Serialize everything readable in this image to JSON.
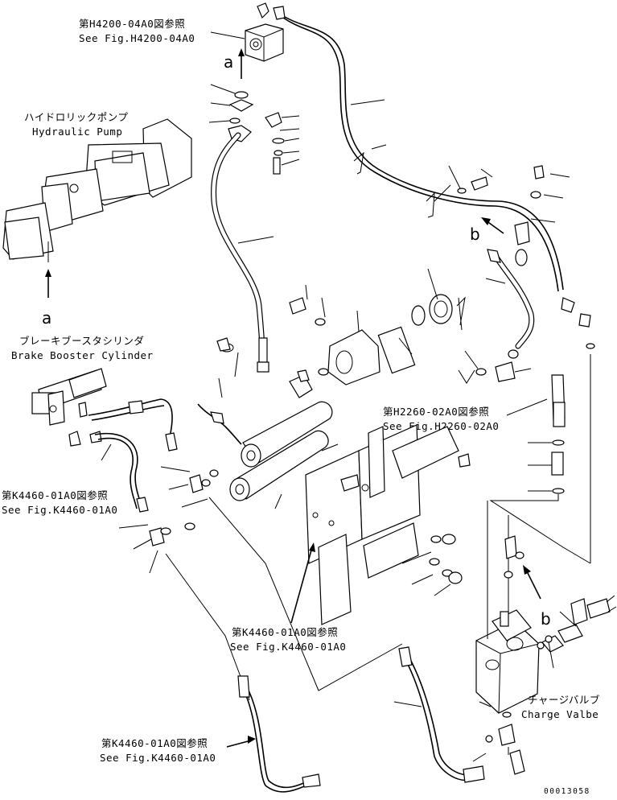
{
  "references": {
    "h4200_jp": "第H4200-04A0図参照",
    "h4200_en": "See Fig.H4200-04A0",
    "h2260_jp": "第H2260-02A0図参照",
    "h2260_en": "See Fig.H2260-02A0",
    "k4460_left_jp": "第K4460-01A0図参照",
    "k4460_left_en": "See Fig.K4460-01A0",
    "k4460_mid_jp": "第K4460-01A0図参照",
    "k4460_mid_en": "See Fig.K4460-01A0",
    "k4460_bottom_jp": "第K4460-01A0図参照",
    "k4460_bottom_en": "See Fig.K4460-01A0"
  },
  "components": {
    "hydraulic_pump_jp": "ハイドロリックポンプ",
    "hydraulic_pump_en": "Hydraulic Pump",
    "brake_booster_jp": "ブレーキブースタシリンダ",
    "brake_booster_en": "Brake Booster Cylinder",
    "charge_valve_jp": "チャージバルブ",
    "charge_valve_en": "Charge Valbe"
  },
  "connection_marks": {
    "a_top": "a",
    "a_left": "a",
    "b_top": "b",
    "b_bottom": "b"
  },
  "drawing_number": "00013058"
}
